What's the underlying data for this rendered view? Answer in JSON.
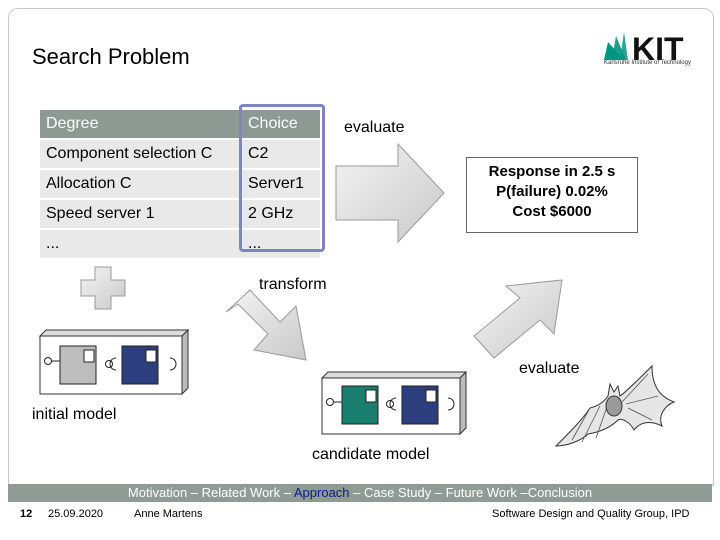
{
  "slide": {
    "title": "Search Problem",
    "logo_text": "KIT",
    "logo_sub": "Karlsruhe Institute of Technology"
  },
  "table": {
    "header": [
      "Degree",
      "Choice"
    ],
    "rows": [
      [
        "Component selection C",
        "C2"
      ],
      [
        "Allocation C",
        "Server1"
      ],
      [
        "Speed server 1",
        "2 GHz"
      ],
      [
        "...",
        "..."
      ]
    ]
  },
  "labels": {
    "evaluate_top": "evaluate",
    "transform": "transform",
    "evaluate_bottom": "evaluate",
    "initial_model": "initial model",
    "candidate_model": "candidate model"
  },
  "result": {
    "lines": [
      "Response in 2.5 s",
      "P(failure) 0.02%",
      "Cost $6000"
    ]
  },
  "footer": {
    "nav_pre": "Motivation – Related Work – ",
    "nav_current": "Approach",
    "nav_post": " – Case Study – Future Work –Conclusion",
    "page_number": "12",
    "date": "25.09.2020",
    "author": "Anne Martens",
    "group": "Software Design and Quality Group, IPD"
  },
  "colors": {
    "header_bg": "#8c9a93",
    "choice_outline": "#7f86bf",
    "nav_current": "#0a1a8a",
    "component_gray": "#bdbdbd",
    "component_navy": "#2d3f7e",
    "component_teal": "#1a7f6e",
    "logo_green": "#009682"
  }
}
